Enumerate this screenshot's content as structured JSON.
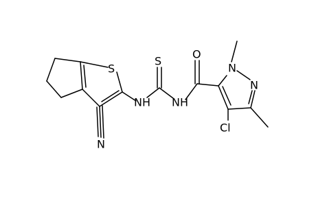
{
  "atoms": {
    "sulfur_ring": "S",
    "thiocarbonyl_s": "S",
    "carbonyl_o": "O",
    "nh_left": "NH",
    "nh_right": "NH",
    "pyrazole_n1": "N",
    "pyrazole_n2": "N",
    "nitrile_n": "N",
    "chlorine": "Cl"
  },
  "colors": {
    "bond": "#000000",
    "label": "#000000",
    "background": "#ffffff"
  }
}
